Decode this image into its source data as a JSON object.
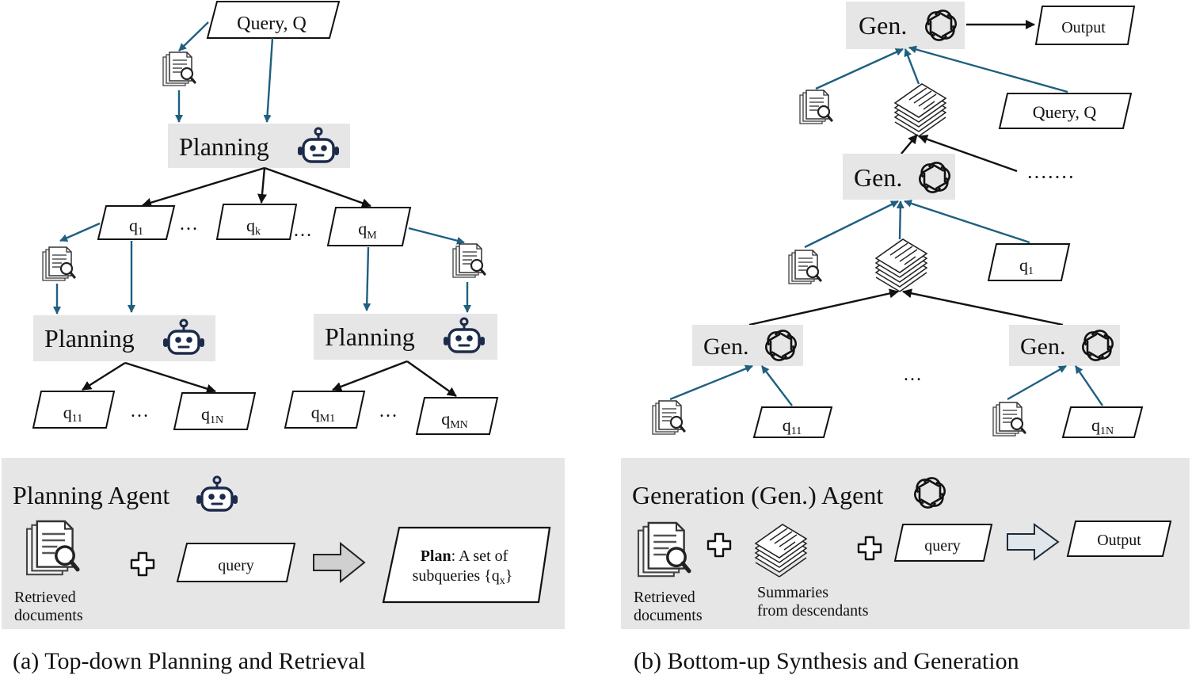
{
  "colors": {
    "teal_arrow": "#1f5f80",
    "black_arrow": "#111111",
    "panel_bg": "#e6e6e6",
    "label_bg": "#e6e6e6",
    "robot": "#1c2b4a",
    "hollow_arrow_fill": "#d0d0d0",
    "hollow_arrow_fill_b": "#e0e6ea"
  },
  "left": {
    "query": "Query, Q",
    "planning": "Planning",
    "q1_base": "q",
    "q1_sub": "1",
    "qk_base": "q",
    "qk_sub": "k",
    "qM_base": "q",
    "qM_sub": "M",
    "q11_base": "q",
    "q11_sub": "11",
    "q1N_base": "q",
    "q1N_sub": "1N",
    "qM1_base": "q",
    "qM1_sub": "M1",
    "qMN_base": "q",
    "qMN_sub": "MN",
    "ellipsis": "…",
    "panel": {
      "title": "Planning Agent",
      "retrieved_line1": "Retrieved",
      "retrieved_line2": "documents",
      "query": "query",
      "plan_bold": "Plan",
      "plan_rest": ": A set of",
      "plan_line2": "subqueries {q",
      "plan_line2_sub": "x",
      "plan_line2_end": "}"
    },
    "caption": "(a) Top-down Planning and Retrieval"
  },
  "right": {
    "gen": "Gen.",
    "output": "Output",
    "query": "Query, Q",
    "dots": "·······",
    "ellipsis": "…",
    "q1_base": "q",
    "q1_sub": "1",
    "q11_base": "q",
    "q11_sub": "11",
    "q1N_base": "q",
    "q1N_sub": "1N",
    "panel": {
      "title": "Generation (Gen.) Agent",
      "retrieved_line1": "Retrieved",
      "retrieved_line2": "documents",
      "summaries_line1": "Summaries",
      "summaries_line2": "from descendants",
      "query": "query",
      "output": "Output"
    },
    "caption": "(b) Bottom-up Synthesis and Generation"
  }
}
